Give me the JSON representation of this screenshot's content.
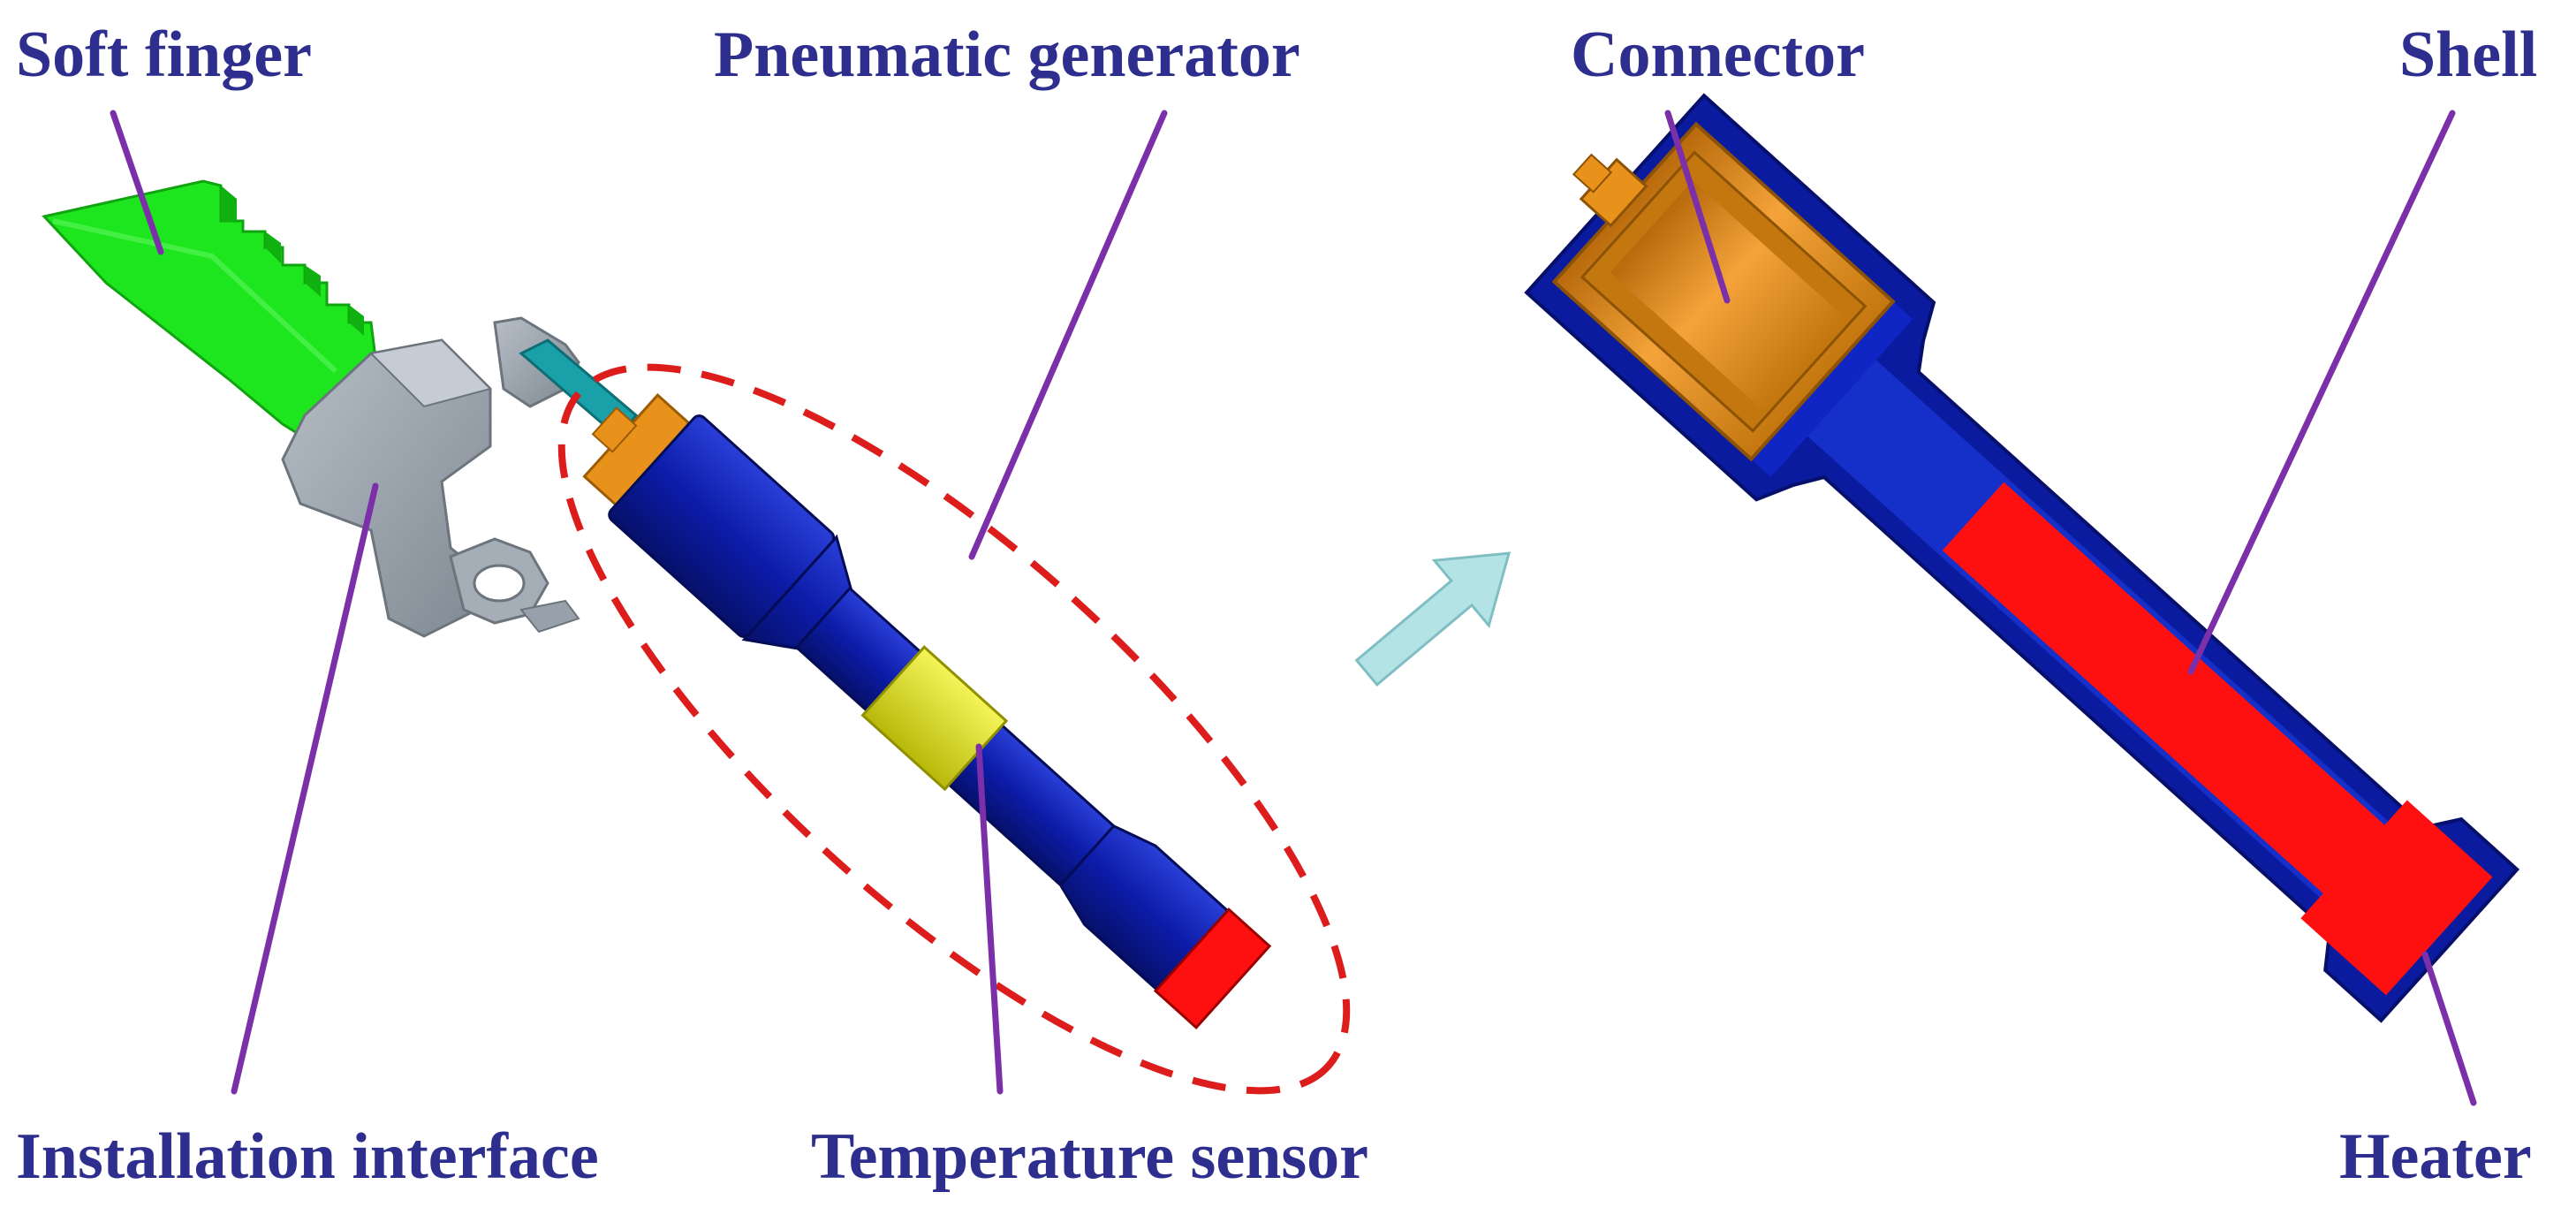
{
  "labels": {
    "soft_finger": "Soft finger",
    "pneumatic_generator": "Pneumatic generator",
    "connector": "Connector",
    "shell": "Shell",
    "installation_interface": "Installation interface",
    "temperature_sensor": "Temperature sensor",
    "heater": "Heater"
  },
  "colors": {
    "label_text": "#2e2e8f",
    "leader_line": "#7b2fa8",
    "soft_finger": "#19e619",
    "installation_interface": "#9aa3ad",
    "tube": "#0a1a99",
    "tube_light": "#1f33c7",
    "connector": "#e8921c",
    "temperature_sensor": "#e0e020",
    "heater": "#ff1010",
    "cyan_pipe": "#1aa0a8",
    "dashed_ellipse": "#dd1c1c",
    "arrow": "#b4e3e6"
  },
  "icons": {
    "transition_arrow": "arrow-up-right-icon"
  }
}
